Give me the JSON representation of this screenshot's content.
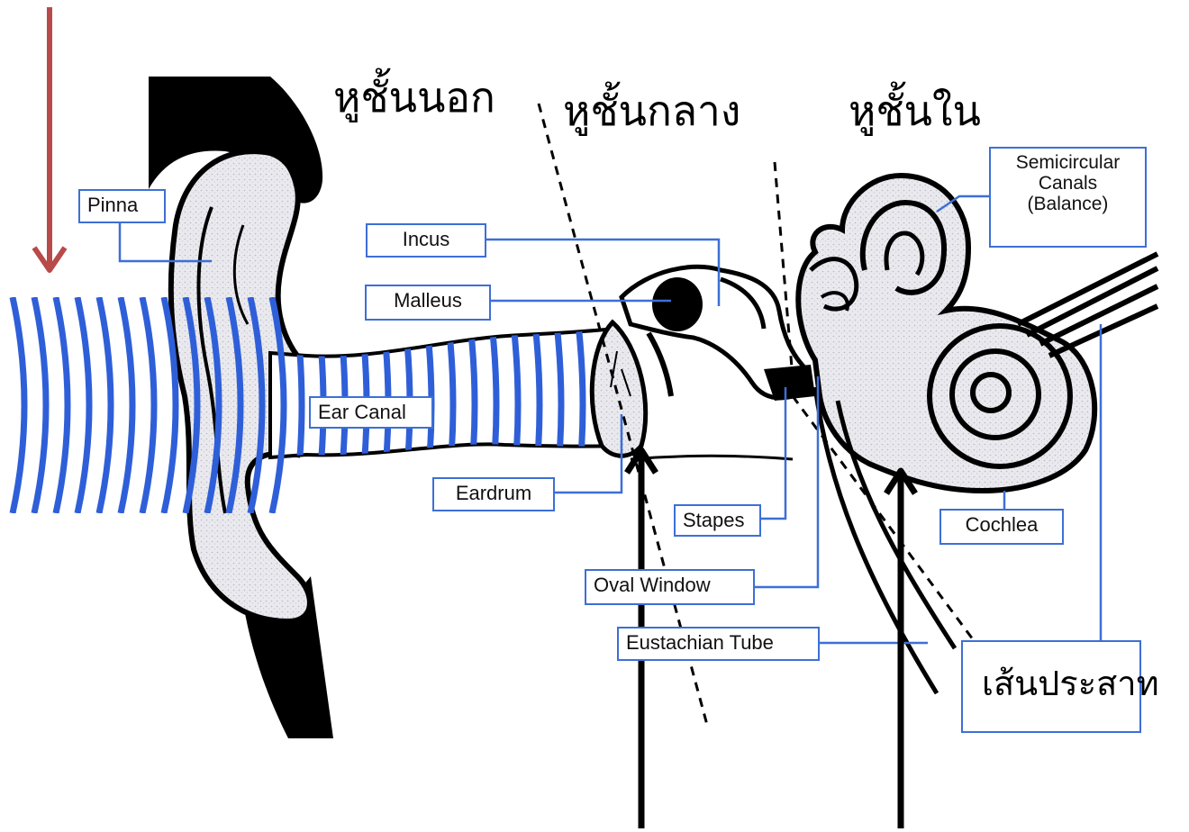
{
  "sections": {
    "outer": "หูชั้นนอก",
    "middle": "หูชั้นกลาง",
    "inner": "หูชั้นใน"
  },
  "labels": {
    "pinna": "Pinna",
    "incus": "Incus",
    "malleus": "Malleus",
    "ear_canal": "Ear Canal",
    "eardrum": "Eardrum",
    "stapes": "Stapes",
    "oval_window": "Oval Window",
    "eustachian_tube": "Eustachian Tube",
    "semicircular_canals": "Semicircular Canals (Balance)",
    "cochlea": "Cochlea",
    "nerve": "เส้นประสาท"
  },
  "colors": {
    "label_border": "#3d6fd6",
    "leader_line": "#3d6fd6",
    "sound_wave": "#2f5fd8",
    "sound_arrow": "#b94a4a",
    "pointer_arrow": "#000000",
    "ear_fill": "#e6e6ea"
  }
}
